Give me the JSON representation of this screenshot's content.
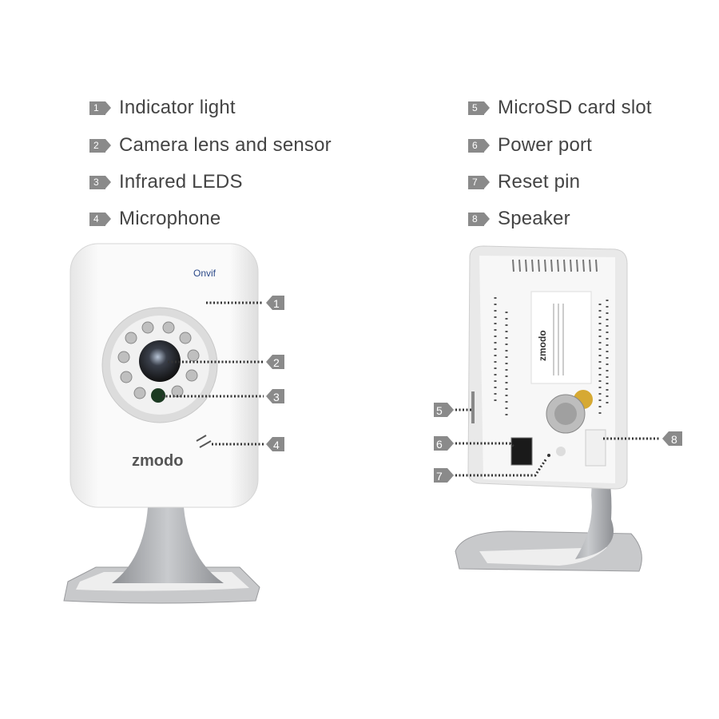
{
  "legend": {
    "items": [
      {
        "number": "1",
        "label": "Indicator light"
      },
      {
        "number": "2",
        "label": "Camera lens and sensor"
      },
      {
        "number": "3",
        "label": "Infrared LEDS"
      },
      {
        "number": "4",
        "label": "Microphone"
      },
      {
        "number": "5",
        "label": "MicroSD card slot"
      },
      {
        "number": "6",
        "label": "Power port"
      },
      {
        "number": "7",
        "label": "Reset pin"
      },
      {
        "number": "8",
        "label": "Speaker"
      }
    ]
  },
  "front_camera": {
    "brand_logo": "zmodo",
    "onvif_logo": "Onvif"
  },
  "back_camera": {
    "brand_logo": "zmodo"
  },
  "colors": {
    "badge": "#8a8a8a",
    "text": "#444444",
    "stand": "#a9abae"
  }
}
